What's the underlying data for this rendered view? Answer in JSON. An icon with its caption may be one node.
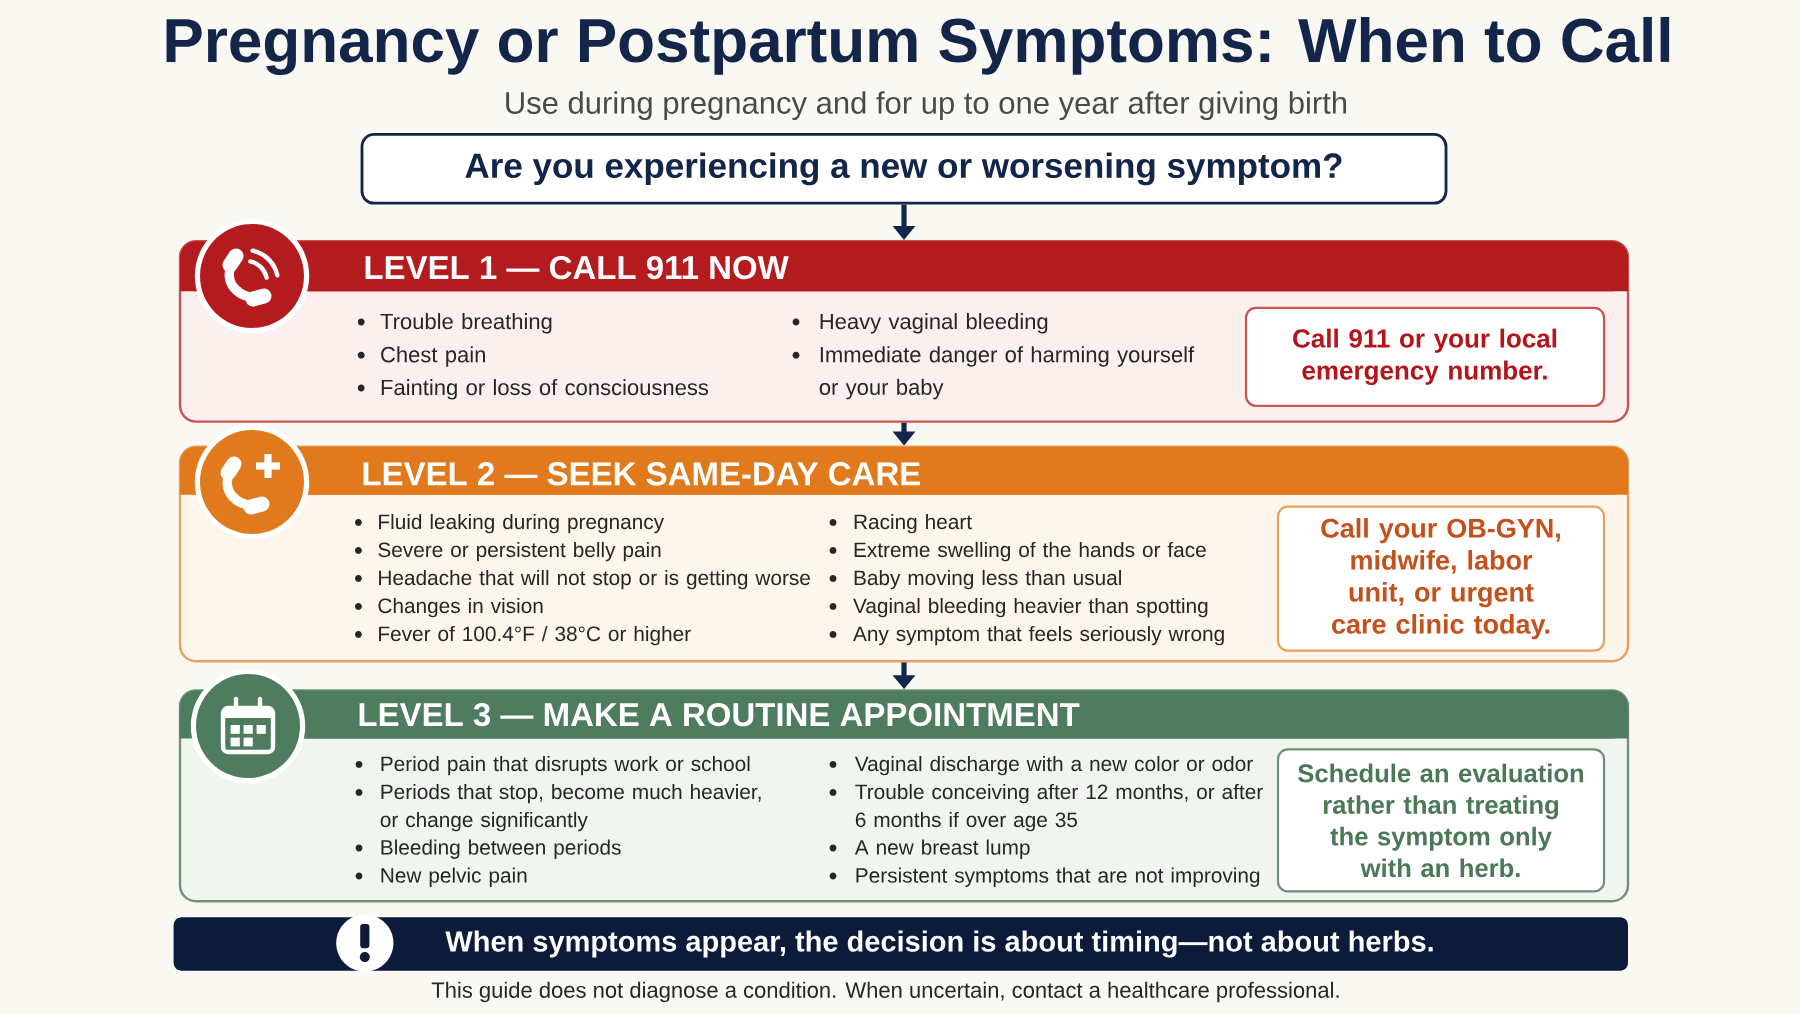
{
  "diagram": {
    "title": "Pregnancy or Postpartum Symptoms: When to Call",
    "caption": "This guide does not diagnose a condition. When uncertain, contact a healthcare professional.",
    "labels": [
      "Use during pregnancy and for up to one year after giving birth"
    ],
    "nodes": [
      {
        "text": [
          "Are you experiencing a new or worsening symptom?"
        ]
      },
      {
        "text": [
          "LEVEL 1 — CALL 911 NOW",
          "Trouble breathing",
          "Chest pain",
          "Fainting or loss of consciousness",
          "Heavy vaginal bleeding",
          "Immediate danger of harming yourself or your baby"
        ]
      },
      {
        "text": [
          "Call 911 or your local emergency number."
        ],
        "in": 1
      },
      {
        "text": [
          "LEVEL 2 — SEEK SAME-DAY CARE",
          "Fluid leaking during pregnancy",
          "Severe or persistent belly pain",
          "Headache that will not stop or is getting worse",
          "Changes in vision",
          "Fever of 100.4°F / 38°C or higher",
          "Racing heart",
          "Extreme swelling of the hands or face",
          "Baby moving less than usual",
          "Vaginal bleeding heavier than spotting",
          "Any symptom that feels seriously wrong"
        ]
      },
      {
        "text": [
          "Call your OB-GYN, midwife, labor unit, or urgent care clinic today."
        ],
        "in": 3
      },
      {
        "text": [
          "LEVEL 3 — MAKE A ROUTINE APPOINTMENT",
          "Period pain that disrupts work or school",
          "Periods that stop, become much heavier, or change significantly",
          "Bleeding between periods",
          "New pelvic pain",
          "Vaginal discharge with a new color or odor",
          "Trouble conceiving after 12 months, or after 6 months if over age 35",
          "A new breast lump",
          "Persistent symptoms that are not improving"
        ]
      },
      {
        "text": [
          "Schedule an evaluation rather than treating the symptom only with an herb."
        ],
        "in": 5
      },
      {
        "text": [
          "When symptoms appear, the decision is about timing—not about herbs."
        ]
      }
    ],
    "edges": [
      {
        "from": 0,
        "to": 1,
        "arrow": "to"
      },
      {
        "from": 1,
        "to": 3,
        "arrow": "to"
      },
      {
        "from": 3,
        "to": 5,
        "arrow": "to"
      }
    ]
  }
}
